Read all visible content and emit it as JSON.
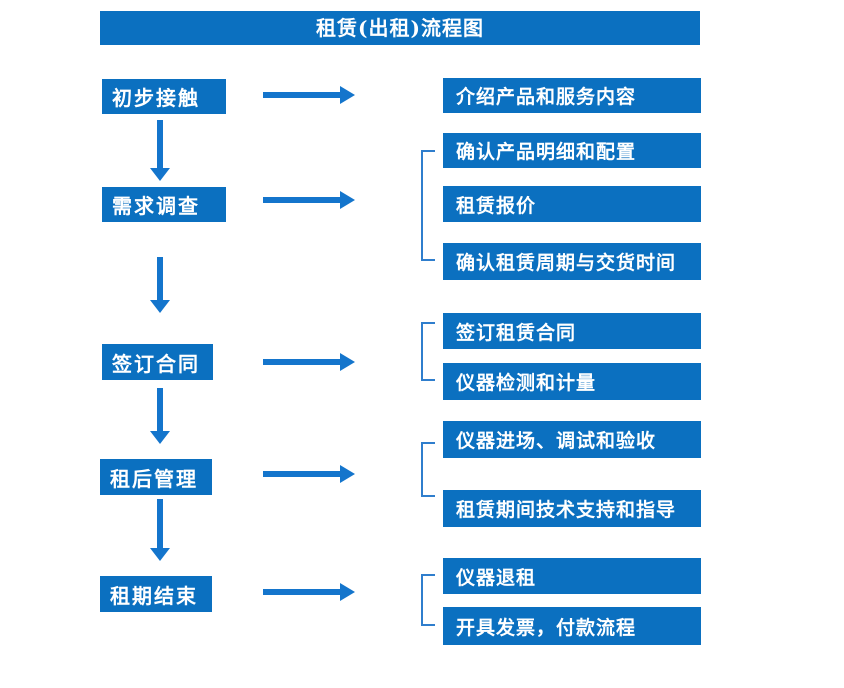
{
  "title": "租赁(出租)流程图",
  "colors": {
    "primary_blue": "#0B70C0",
    "arrow_blue": "#1475CC",
    "bracket_blue": "#2F7ECD",
    "text_white": "#FFFFFF"
  },
  "icons": {
    "right_arrow": "right-arrow",
    "down_arrow": "down-arrow",
    "group_bracket": "left-square-bracket"
  },
  "steps": [
    {
      "label": "初步接触",
      "details": [
        "介绍产品和服务内容"
      ]
    },
    {
      "label": "需求调查",
      "details": [
        "确认产品明细和配置",
        "租赁报价",
        "确认租赁周期与交货时间"
      ]
    },
    {
      "label": "签订合同",
      "details": [
        "签订租赁合同",
        "仪器检测和计量"
      ]
    },
    {
      "label": "租后管理",
      "details": [
        "仪器进场、调试和验收",
        "租赁期间技术支持和指导"
      ]
    },
    {
      "label": "租期结束",
      "details": [
        "仪器退租",
        "开具发票，付款流程"
      ]
    }
  ]
}
